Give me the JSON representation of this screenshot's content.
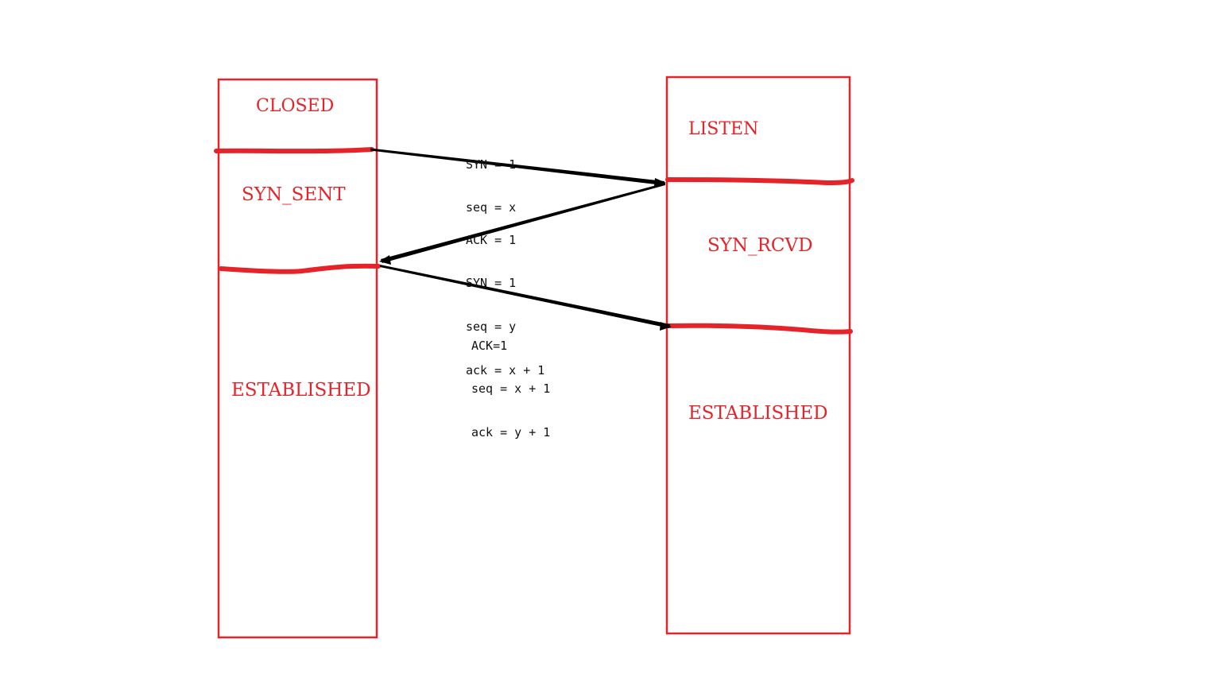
{
  "client": {
    "states": [
      "CLOSED",
      "SYN_SENT",
      "ESTABLISHED"
    ]
  },
  "server": {
    "states": [
      "LISTEN",
      "SYN_RCVD",
      "ESTABLISHED"
    ]
  },
  "messages": [
    {
      "lines": [
        "SYN = 1",
        "seq = x"
      ]
    },
    {
      "lines": [
        "ACK = 1",
        "SYN = 1",
        "seq = y",
        "ack = x + 1"
      ]
    },
    {
      "lines": [
        "ACK=1",
        "seq = x + 1",
        "ack = y + 1"
      ]
    }
  ],
  "colors": {
    "state": "#e5242a",
    "arrow": "#000000",
    "text": "#111111"
  }
}
